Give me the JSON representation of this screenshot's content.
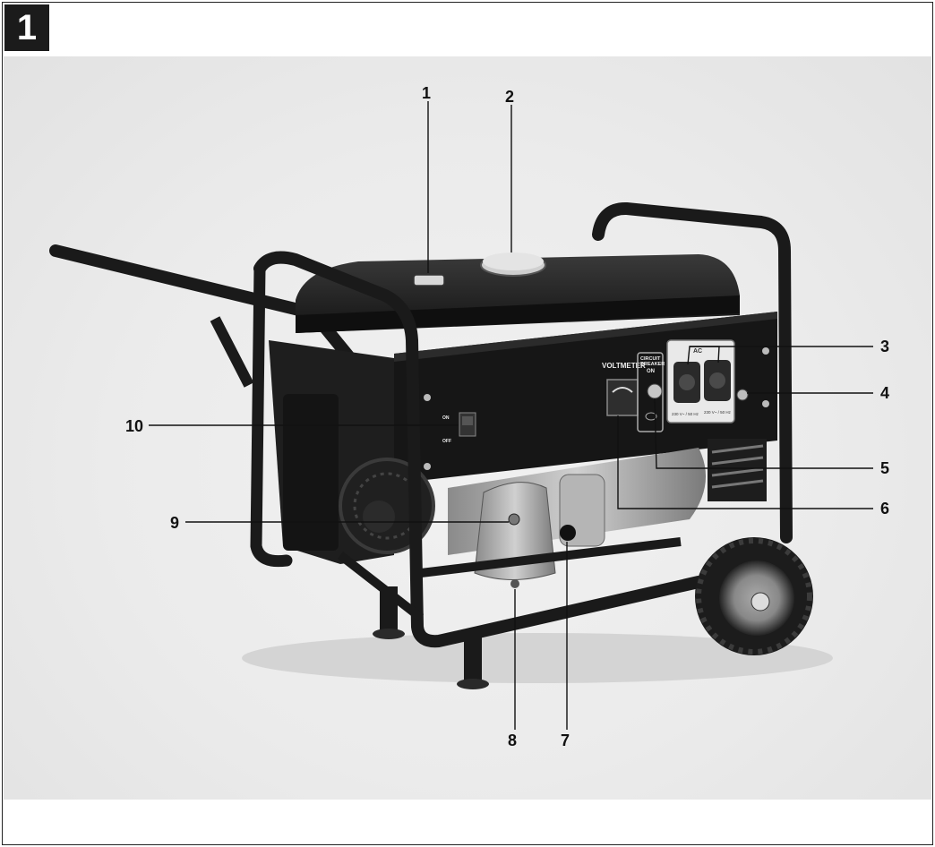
{
  "figure": {
    "badge": "1"
  },
  "callouts": {
    "c1": "1",
    "c2": "2",
    "c3": "3",
    "c4": "4",
    "c5": "5",
    "c6": "6",
    "c7": "7",
    "c8": "8",
    "c9": "9",
    "c10": "10"
  },
  "panel_text": {
    "voltmeter": "VOLTMETER",
    "circuit_breaker_1": "CIRCUIT",
    "circuit_breaker_2": "BREAKER",
    "circuit_on": "ON",
    "ac": "AC",
    "switch_on": "ON",
    "switch_off": "OFF",
    "rating_left": "230 V~ / 50 Hz",
    "rating_right": "230 V~ / 50 Hz"
  },
  "colors": {
    "frame": "#1a1a1a",
    "background": "#ececec",
    "badge": "#1b1b1b"
  }
}
